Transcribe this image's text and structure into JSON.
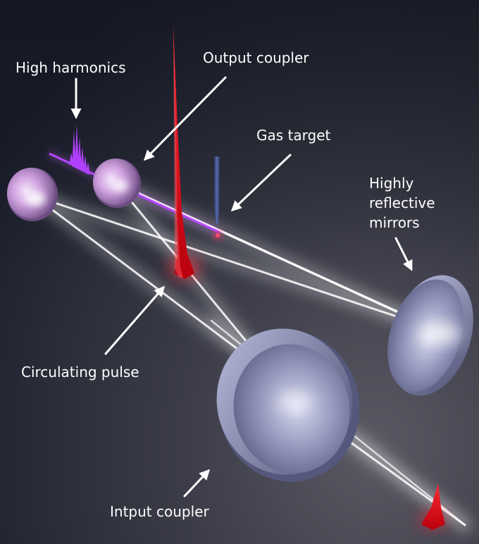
{
  "labels": {
    "high_harmonics": "High harmonics",
    "output_coupler": "Output coupler",
    "gas_target": "Gas target",
    "highly_reflective_mirrors": [
      "Highly",
      "reflective",
      "mirrors"
    ],
    "circulating_pulse": "Circulating pulse",
    "input_coupler": "Intput coupler"
  },
  "colors": {
    "background_dark": "#1b1e2a",
    "background_light": "#4a4a55",
    "beam": "#ffffff",
    "pulse_red": "#e0101e",
    "harmonics_violet": "#b040ff",
    "mirror_small": "#c89ad8",
    "mirror_large": "#8a8fb4",
    "arrow": "#ffffff"
  },
  "icons": {
    "arrow": "arrow-icon",
    "mirror": "mirror-icon",
    "pulse": "red-pulse-icon",
    "nozzle": "gas-nozzle-icon"
  }
}
